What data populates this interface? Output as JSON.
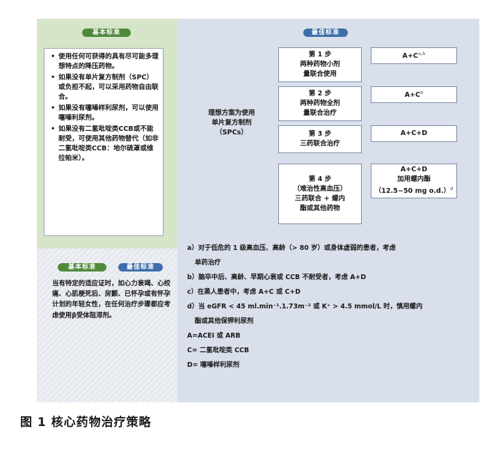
{
  "labels": {
    "basic_standard": "基本标准",
    "best_standard": "最佳标准"
  },
  "left_box": {
    "bullets": [
      "使用任何可获得的具有尽可能多理想特点的降压药物。",
      "如果没有单片复方制剂（SPC）或负担不起，可以采用药物自由联合。",
      "如果没有噻嗪样利尿剂，可以使用噻嗪利尿剂。",
      "如果没有二氢吡啶类CCB或不能耐受，可使用其他药物替代（如非二氢吡啶类CCB：地尔硫䓬或维拉帕米）。"
    ]
  },
  "left_bottom_text": "当有特定的适应证时，如心力衰竭、心绞痛、心肌梗死后、房颤、已怀孕或有怀孕计划的年轻女性，在任何治疗步骤都应考虑使用β受体阻滞剂。",
  "ideal": [
    "理想方案为使用",
    "单片复方制剂",
    "（SPCs）"
  ],
  "steps": [
    {
      "title": "第 1 步",
      "desc": [
        "两种药物小剂",
        "量联合使用"
      ],
      "regimen": "A+C",
      "regimen_sup": "a,b"
    },
    {
      "title": "第 2 步",
      "desc": [
        "两种药物全剂",
        "量联合治疗"
      ],
      "regimen": "A+C",
      "regimen_sup": "b"
    },
    {
      "title": "第 3 步",
      "desc": [
        "三药联合治疗"
      ],
      "regimen": "A+C+D",
      "regimen_sup": ""
    },
    {
      "title": "第 4 步",
      "desc": [
        "（难治性高血压）",
        "三药联合 + 螺内",
        "酯或其他药物"
      ],
      "regimen": [
        "A+C+D",
        "加用螺内酯",
        "（12.5~50 mg o.d.）"
      ],
      "regimen_sup": "d"
    }
  ],
  "notes": [
    "a）对于低危的 1 级高血压、高龄（> 80 岁）或身体虚弱的患者，考虑",
    "单药治疗",
    "b）脑卒中后、高龄、早期心衰或 CCB 不耐受者，考虑 A+D",
    "c）在黑人患者中，考虑 A+C 或 C+D",
    "d）当 eGFR < 45 ml.min⁻¹.1.73m⁻² 或 K⁺ > 4.5 mmol/L 时，慎用螺内",
    "酯或其他保钾利尿剂",
    "A=ACEI 或 ARB",
    "C= 二氢吡啶类 CCB",
    "D= 噻嗪样利尿剂"
  ],
  "caption": "图 1 核心药物治疗策略"
}
